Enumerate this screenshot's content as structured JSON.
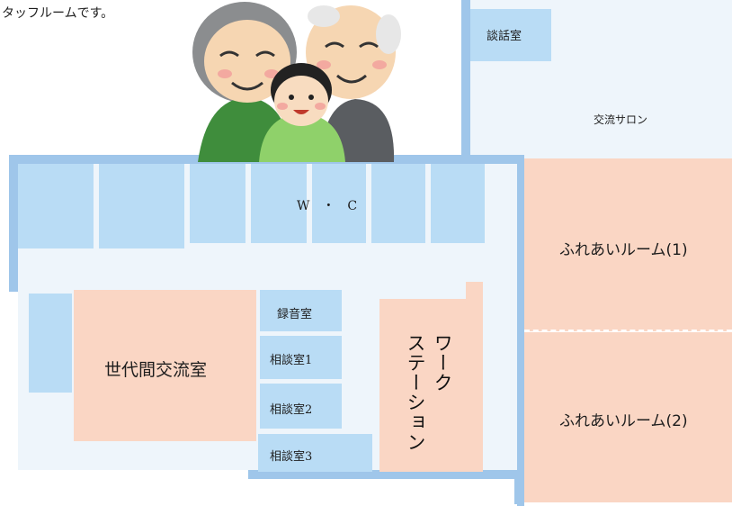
{
  "top_text": "タッフルームです。",
  "rooms": {
    "danwashitsu": "談話室",
    "koryu_salon": "交流サロン",
    "wc": "W　・　C",
    "fureai_1": "ふれあいルーム(1)",
    "fureai_2": "ふれあいルーム(2)",
    "sedaikan": "世代間交流室",
    "rokuonshitsu": "録音室",
    "sodan_1": "相談室1",
    "sodan_2": "相談室2",
    "sodan_3": "相談室3",
    "work_station_line1": "ワーク",
    "work_station_line2": "ステーション"
  },
  "illustration": {
    "name": "grandparents-with-child"
  },
  "colors": {
    "wall": "#9fc6ea",
    "room_blue": "#b9dcf5",
    "room_pink": "#fad6c4",
    "corridor": "#eef5fb"
  }
}
